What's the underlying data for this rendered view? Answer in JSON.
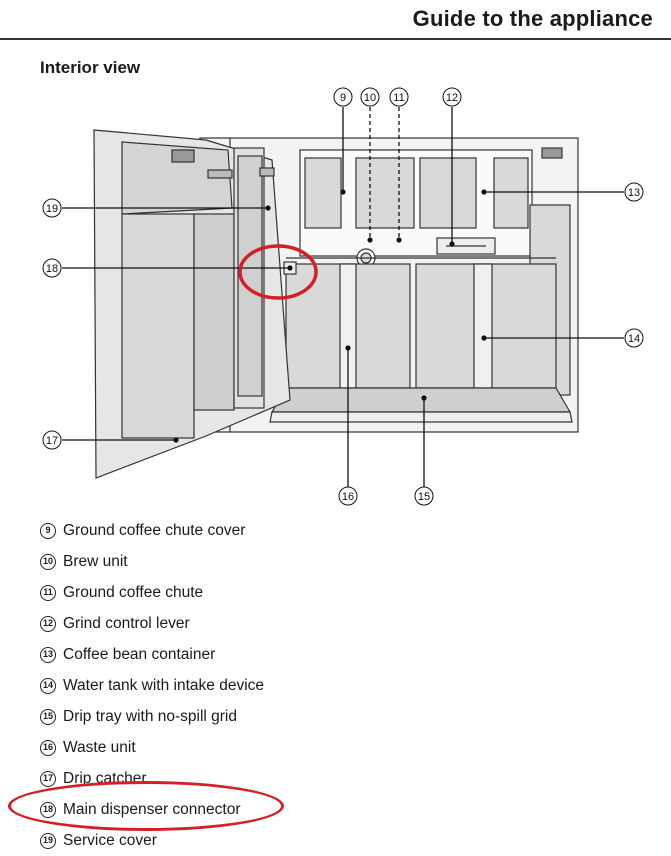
{
  "header": {
    "title": "Guide to the appliance"
  },
  "section": {
    "title": "Interior view"
  },
  "diagram": {
    "callouts": [
      {
        "num": "9"
      },
      {
        "num": "10"
      },
      {
        "num": "11"
      },
      {
        "num": "12"
      },
      {
        "num": "13"
      },
      {
        "num": "14"
      },
      {
        "num": "15"
      },
      {
        "num": "16"
      },
      {
        "num": "17"
      },
      {
        "num": "18"
      },
      {
        "num": "19"
      }
    ],
    "highlight_color": "#d32027"
  },
  "legend": {
    "items": [
      {
        "num": "9",
        "label": "Ground coffee chute cover"
      },
      {
        "num": "10",
        "label": "Brew unit"
      },
      {
        "num": "11",
        "label": "Ground coffee chute"
      },
      {
        "num": "12",
        "label": "Grind control lever"
      },
      {
        "num": "13",
        "label": "Coffee bean container"
      },
      {
        "num": "14",
        "label": "Water tank with intake device"
      },
      {
        "num": "15",
        "label": "Drip tray with no-spill grid"
      },
      {
        "num": "16",
        "label": "Waste unit"
      },
      {
        "num": "17",
        "label": "Drip catcher"
      },
      {
        "num": "18",
        "label": "Main dispenser connector"
      },
      {
        "num": "19",
        "label": "Service cover"
      }
    ]
  }
}
